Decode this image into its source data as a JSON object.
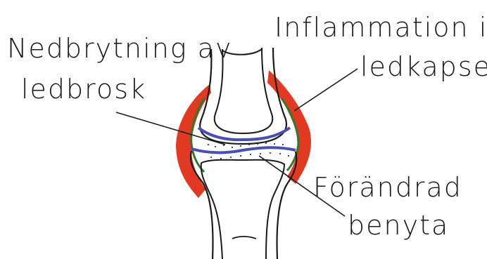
{
  "labels": {
    "cartilage_breakdown": {
      "line1": "Nedbrytning av",
      "line2": "ledbrosk"
    },
    "capsule_inflammation": {
      "line1": "Inflammation i",
      "line2": "ledkapsel"
    },
    "bone_surface_change": {
      "line1": "Förändrad",
      "line2": "benyta"
    }
  },
  "colors": {
    "inflamed_capsule": "#e23a22",
    "synovium": "#2f7a2f",
    "cartilage": "#4a4fb3",
    "outline": "#1b1b1b"
  }
}
